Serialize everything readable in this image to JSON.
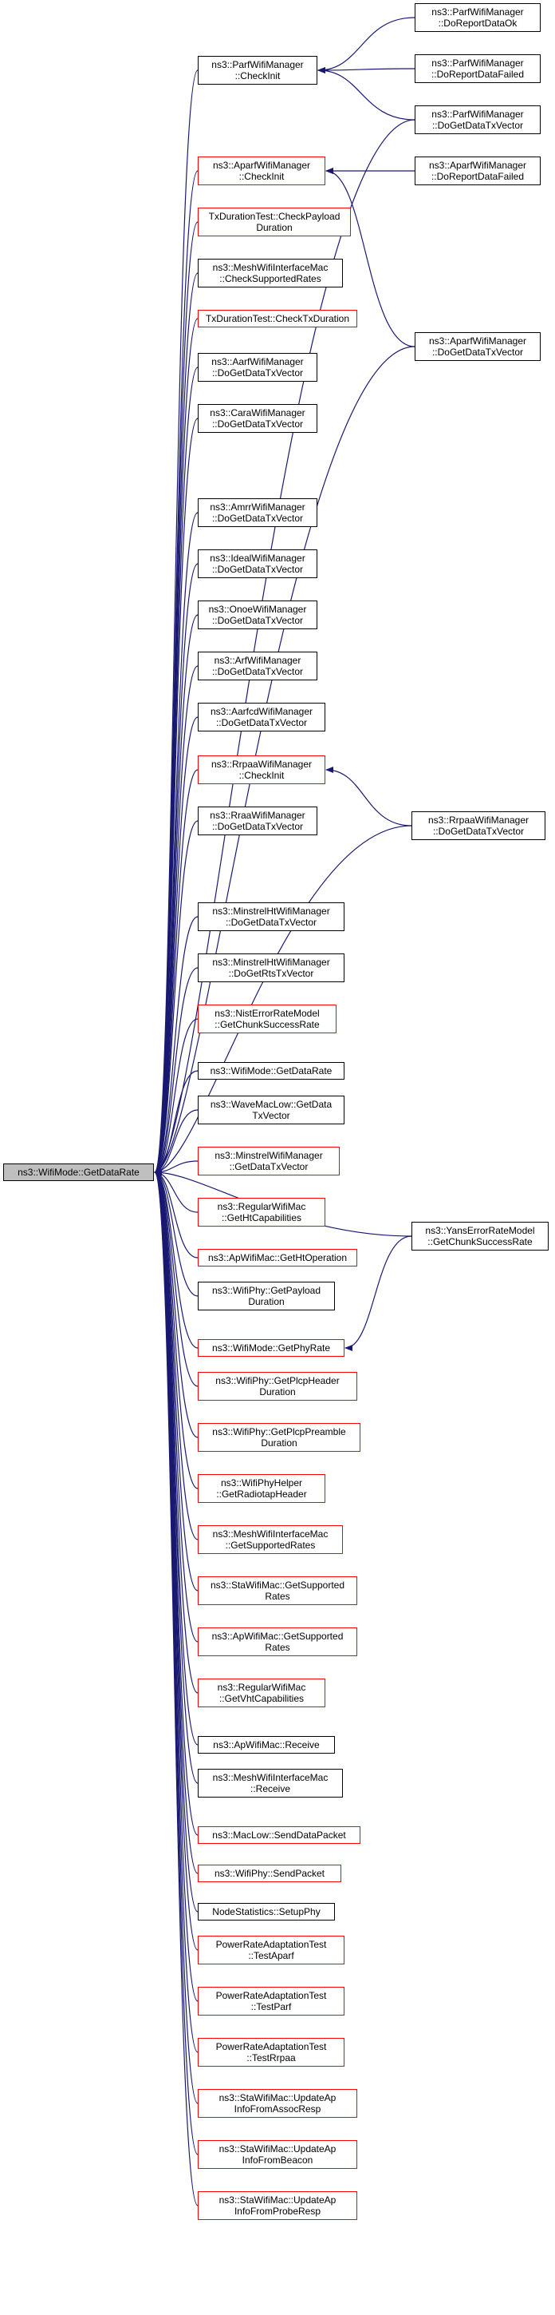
{
  "colors": {
    "edge": "#191970",
    "box_border": "#000000",
    "box_border_truncated": "#ff0000",
    "root_fill": "#bfbfbf"
  },
  "root": {
    "lines": [
      "ns3::WifiMode::GetDataRate"
    ]
  },
  "callers": [
    {
      "id": "parf-checkinit",
      "lines": [
        "ns3::ParfWifiManager",
        "::CheckInit"
      ],
      "truncated": false
    },
    {
      "id": "aparf-checkinit",
      "lines": [
        "ns3::AparfWifiManager",
        "::CheckInit"
      ],
      "truncated": true
    },
    {
      "id": "txduration-checkpayload",
      "lines": [
        "TxDurationTest::CheckPayload",
        "Duration"
      ],
      "truncated": true
    },
    {
      "id": "mesh-checksupported",
      "lines": [
        "ns3::MeshWifiInterfaceMac",
        "::CheckSupportedRates"
      ],
      "truncated": false
    },
    {
      "id": "txduration-checktx",
      "lines": [
        "TxDurationTest::CheckTxDuration"
      ],
      "truncated": true
    },
    {
      "id": "aarf-dogetdatatx",
      "lines": [
        "ns3::AarfWifiManager",
        "::DoGetDataTxVector"
      ],
      "truncated": false
    },
    {
      "id": "cara-dogetdatatx",
      "lines": [
        "ns3::CaraWifiManager",
        "::DoGetDataTxVector"
      ],
      "truncated": false
    },
    {
      "id": "amrr-dogetdatatx",
      "lines": [
        "ns3::AmrrWifiManager",
        "::DoGetDataTxVector"
      ],
      "truncated": false
    },
    {
      "id": "ideal-dogetdatatx",
      "lines": [
        "ns3::IdealWifiManager",
        "::DoGetDataTxVector"
      ],
      "truncated": false
    },
    {
      "id": "onoe-dogetdatatx",
      "lines": [
        "ns3::OnoeWifiManager",
        "::DoGetDataTxVector"
      ],
      "truncated": false
    },
    {
      "id": "arf-dogetdatatx",
      "lines": [
        "ns3::ArfWifiManager",
        "::DoGetDataTxVector"
      ],
      "truncated": false
    },
    {
      "id": "aarfcd-dogetdatatx",
      "lines": [
        "ns3::AarfcdWifiManager",
        "::DoGetDataTxVector"
      ],
      "truncated": false
    },
    {
      "id": "rrpaa-checkinit",
      "lines": [
        "ns3::RrpaaWifiManager",
        "::CheckInit"
      ],
      "truncated": true
    },
    {
      "id": "rraa-dogetdatatx",
      "lines": [
        "ns3::RraaWifiManager",
        "::DoGetDataTxVector"
      ],
      "truncated": false
    },
    {
      "id": "minstrelht-dogetdatatx",
      "lines": [
        "ns3::MinstrelHtWifiManager",
        "::DoGetDataTxVector"
      ],
      "truncated": false
    },
    {
      "id": "minstrelht-dogetrts",
      "lines": [
        "ns3::MinstrelHtWifiManager",
        "::DoGetRtsTxVector"
      ],
      "truncated": false
    },
    {
      "id": "nist-getchunk",
      "lines": [
        "ns3::NistErrorRateModel",
        "::GetChunkSuccessRate"
      ],
      "truncated": true
    },
    {
      "id": "wifimode-getdatarate",
      "lines": [
        "ns3::WifiMode::GetDataRate"
      ],
      "truncated": false
    },
    {
      "id": "wavemaclow-getdatatx",
      "lines": [
        "ns3::WaveMacLow::GetData",
        "TxVector"
      ],
      "truncated": false
    },
    {
      "id": "minstrel-getdatatx",
      "lines": [
        "ns3::MinstrelWifiManager",
        "::GetDataTxVector"
      ],
      "truncated": true
    },
    {
      "id": "regular-getht",
      "lines": [
        "ns3::RegularWifiMac",
        "::GetHtCapabilities"
      ],
      "truncated": true
    },
    {
      "id": "ap-getht",
      "lines": [
        "ns3::ApWifiMac::GetHtOperation"
      ],
      "truncated": true
    },
    {
      "id": "wifiphy-getpayload",
      "lines": [
        "ns3::WifiPhy::GetPayload",
        "Duration"
      ],
      "truncated": false
    },
    {
      "id": "wifimode-getphyrate",
      "lines": [
        "ns3::WifiMode::GetPhyRate"
      ],
      "truncated": true
    },
    {
      "id": "wifiphy-getplcpheader",
      "lines": [
        "ns3::WifiPhy::GetPlcpHeader",
        "Duration"
      ],
      "truncated": true
    },
    {
      "id": "wifiphy-getplcppreamble",
      "lines": [
        "ns3::WifiPhy::GetPlcpPreamble",
        "Duration"
      ],
      "truncated": true
    },
    {
      "id": "wifiphyhelper-radiotap",
      "lines": [
        "ns3::WifiPhyHelper",
        "::GetRadiotapHeader"
      ],
      "truncated": true
    },
    {
      "id": "mesh-getsupported",
      "lines": [
        "ns3::MeshWifiInterfaceMac",
        "::GetSupportedRates"
      ],
      "truncated": true
    },
    {
      "id": "sta-getsupported",
      "lines": [
        "ns3::StaWifiMac::GetSupported",
        "Rates"
      ],
      "truncated": true
    },
    {
      "id": "ap-getsupported",
      "lines": [
        "ns3::ApWifiMac::GetSupported",
        "Rates"
      ],
      "truncated": true
    },
    {
      "id": "regular-getvht",
      "lines": [
        "ns3::RegularWifiMac",
        "::GetVhtCapabilities"
      ],
      "truncated": true
    },
    {
      "id": "ap-receive",
      "lines": [
        "ns3::ApWifiMac::Receive"
      ],
      "truncated": false
    },
    {
      "id": "mesh-receive",
      "lines": [
        "ns3::MeshWifiInterfaceMac",
        "::Receive"
      ],
      "truncated": false
    },
    {
      "id": "maclow-senddata",
      "lines": [
        "ns3::MacLow::SendDataPacket"
      ],
      "truncated": true
    },
    {
      "id": "wifiphy-sendpacket",
      "lines": [
        "ns3::WifiPhy::SendPacket"
      ],
      "truncated": true
    },
    {
      "id": "nodestats-setupphy",
      "lines": [
        "NodeStatistics::SetupPhy"
      ],
      "truncated": false
    },
    {
      "id": "pra-testaparf",
      "lines": [
        "PowerRateAdaptationTest",
        "::TestAparf"
      ],
      "truncated": true
    },
    {
      "id": "pra-testparf",
      "lines": [
        "PowerRateAdaptationTest",
        "::TestParf"
      ],
      "truncated": true
    },
    {
      "id": "pra-testrrpaa",
      "lines": [
        "PowerRateAdaptationTest",
        "::TestRrpaa"
      ],
      "truncated": true
    },
    {
      "id": "sta-assocresp",
      "lines": [
        "ns3::StaWifiMac::UpdateAp",
        "InfoFromAssocResp"
      ],
      "truncated": true
    },
    {
      "id": "sta-beacon",
      "lines": [
        "ns3::StaWifiMac::UpdateAp",
        "InfoFromBeacon"
      ],
      "truncated": true
    },
    {
      "id": "sta-proberesp",
      "lines": [
        "ns3::StaWifiMac::UpdateAp",
        "InfoFromProbeResp"
      ],
      "truncated": true
    }
  ],
  "second_level": [
    {
      "id": "parf-reportok",
      "lines": [
        "ns3::ParfWifiManager",
        "::DoReportDataOk"
      ],
      "truncated": false
    },
    {
      "id": "parf-reportfailed",
      "lines": [
        "ns3::ParfWifiManager",
        "::DoReportDataFailed"
      ],
      "truncated": false
    },
    {
      "id": "parf-dogetdatatx",
      "lines": [
        "ns3::ParfWifiManager",
        "::DoGetDataTxVector"
      ],
      "truncated": false
    },
    {
      "id": "aparf-reportfailed",
      "lines": [
        "ns3::AparfWifiManager",
        "::DoReportDataFailed"
      ],
      "truncated": false
    },
    {
      "id": "aparf-dogetdatatx",
      "lines": [
        "ns3::AparfWifiManager",
        "::DoGetDataTxVector"
      ],
      "truncated": false
    },
    {
      "id": "rrpaa-dogetdatatx",
      "lines": [
        "ns3::RrpaaWifiManager",
        "::DoGetDataTxVector"
      ],
      "truncated": false
    },
    {
      "id": "yans-getchunk",
      "lines": [
        "ns3::YansErrorRateModel",
        "::GetChunkSuccessRate"
      ],
      "truncated": false
    }
  ],
  "edges": [
    [
      "parf-checkinit",
      "root"
    ],
    [
      "aparf-checkinit",
      "root"
    ],
    [
      "txduration-checkpayload",
      "root"
    ],
    [
      "mesh-checksupported",
      "root"
    ],
    [
      "txduration-checktx",
      "root"
    ],
    [
      "aarf-dogetdatatx",
      "root"
    ],
    [
      "cara-dogetdatatx",
      "root"
    ],
    [
      "amrr-dogetdatatx",
      "root"
    ],
    [
      "ideal-dogetdatatx",
      "root"
    ],
    [
      "onoe-dogetdatatx",
      "root"
    ],
    [
      "arf-dogetdatatx",
      "root"
    ],
    [
      "aarfcd-dogetdatatx",
      "root"
    ],
    [
      "rrpaa-checkinit",
      "root"
    ],
    [
      "rraa-dogetdatatx",
      "root"
    ],
    [
      "minstrelht-dogetdatatx",
      "root"
    ],
    [
      "minstrelht-dogetrts",
      "root"
    ],
    [
      "nist-getchunk",
      "root"
    ],
    [
      "wifimode-getdatarate",
      "root"
    ],
    [
      "wavemaclow-getdatatx",
      "root"
    ],
    [
      "minstrel-getdatatx",
      "root"
    ],
    [
      "regular-getht",
      "root"
    ],
    [
      "ap-getht",
      "root"
    ],
    [
      "wifiphy-getpayload",
      "root"
    ],
    [
      "wifimode-getphyrate",
      "root"
    ],
    [
      "wifiphy-getplcpheader",
      "root"
    ],
    [
      "wifiphy-getplcppreamble",
      "root"
    ],
    [
      "wifiphyhelper-radiotap",
      "root"
    ],
    [
      "mesh-getsupported",
      "root"
    ],
    [
      "sta-getsupported",
      "root"
    ],
    [
      "ap-getsupported",
      "root"
    ],
    [
      "regular-getvht",
      "root"
    ],
    [
      "ap-receive",
      "root"
    ],
    [
      "mesh-receive",
      "root"
    ],
    [
      "maclow-senddata",
      "root"
    ],
    [
      "wifiphy-sendpacket",
      "root"
    ],
    [
      "nodestats-setupphy",
      "root"
    ],
    [
      "pra-testaparf",
      "root"
    ],
    [
      "pra-testparf",
      "root"
    ],
    [
      "pra-testrrpaa",
      "root"
    ],
    [
      "sta-assocresp",
      "root"
    ],
    [
      "sta-beacon",
      "root"
    ],
    [
      "sta-proberesp",
      "root"
    ],
    [
      "parf-reportok",
      "parf-checkinit"
    ],
    [
      "parf-reportfailed",
      "parf-checkinit"
    ],
    [
      "parf-dogetdatatx",
      "parf-checkinit"
    ],
    [
      "parf-dogetdatatx",
      "root"
    ],
    [
      "aparf-reportfailed",
      "aparf-checkinit"
    ],
    [
      "aparf-dogetdatatx",
      "aparf-checkinit"
    ],
    [
      "aparf-dogetdatatx",
      "root"
    ],
    [
      "rrpaa-dogetdatatx",
      "rrpaa-checkinit"
    ],
    [
      "rrpaa-dogetdatatx",
      "root"
    ],
    [
      "yans-getchunk",
      "wifimode-getphyrate"
    ],
    [
      "yans-getchunk",
      "root"
    ]
  ]
}
